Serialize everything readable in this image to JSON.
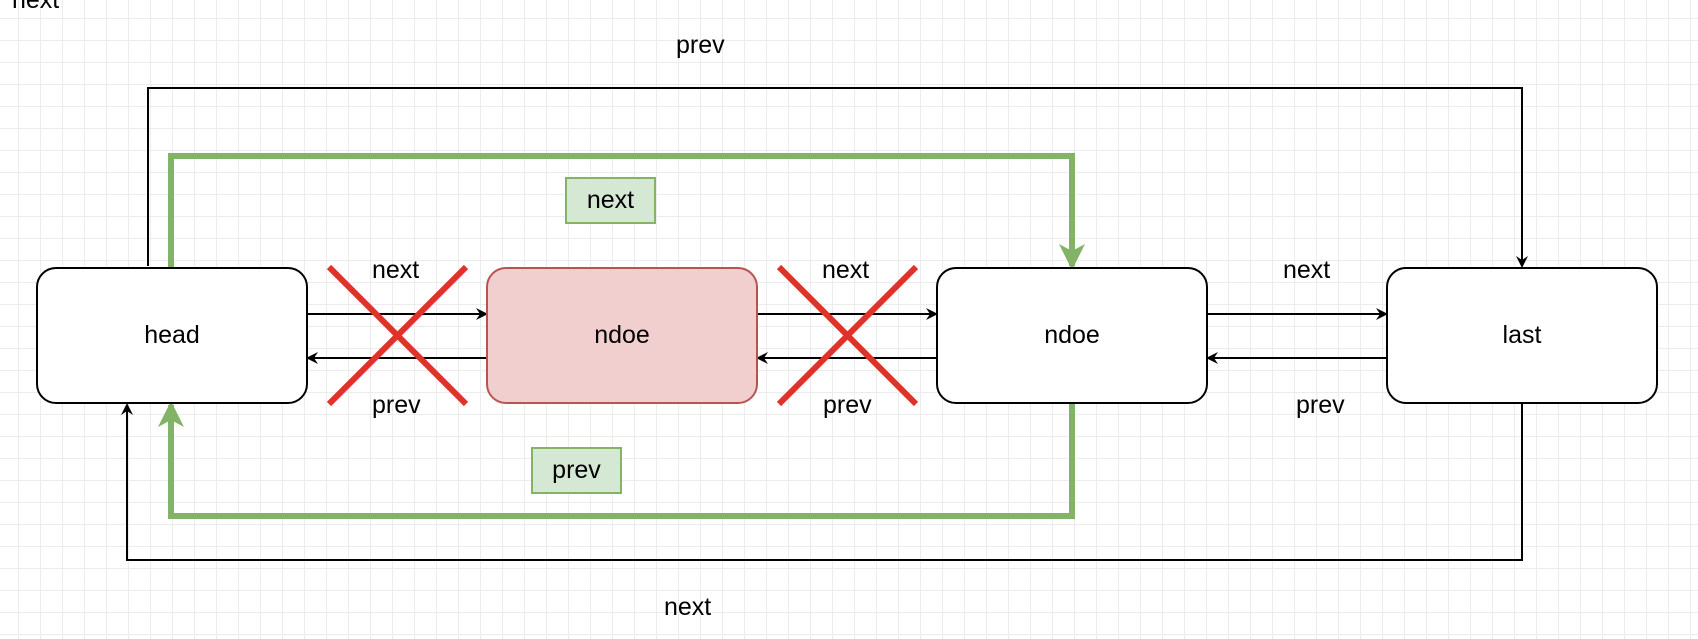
{
  "colors": {
    "edge": "#000000",
    "new_link": "#82b366",
    "cross": "#e03229",
    "removed_fill": "#f2cfcf",
    "removed_border": "#b85450",
    "tag_fill": "#d5e8d4",
    "tag_border": "#82b366"
  },
  "nodes": {
    "head": "head",
    "removed": "ndoe",
    "middle": "ndoe",
    "last": "last"
  },
  "labels": {
    "corner": "next",
    "top_prev": "prev",
    "bottom_next": "next",
    "head_next": "next",
    "head_prev": "prev",
    "ndoe_next": "next",
    "ndoe_prev": "prev",
    "last_next": "next",
    "last_prev": "prev"
  },
  "new_links": {
    "next_tag": "next",
    "prev_tag": "prev"
  }
}
